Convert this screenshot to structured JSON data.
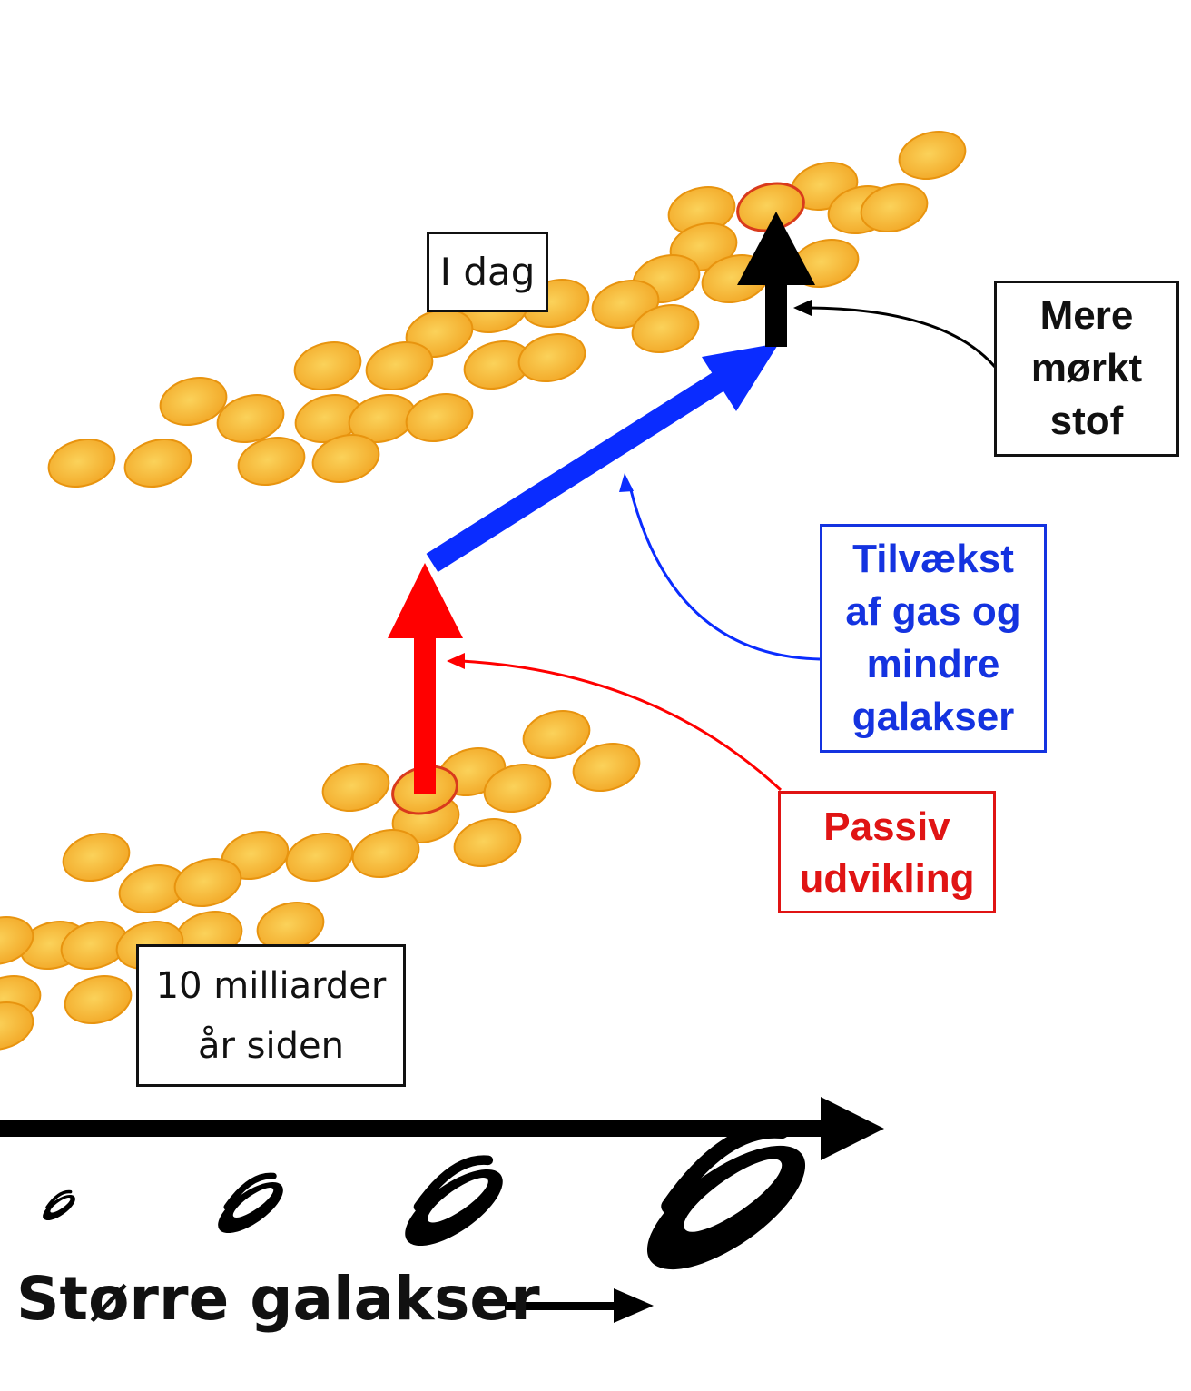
{
  "labels": {
    "today": "I dag",
    "past_line1": "10 milliarder",
    "past_line2": "år siden",
    "dark_matter": [
      "Mere",
      "mørkt",
      "stof"
    ],
    "accretion": [
      "Tilvækst",
      "af gas og",
      "mindre",
      "galakser"
    ],
    "passive": [
      "Passiv",
      "udvikling"
    ],
    "axis_title": "Større galakser"
  },
  "colors": {
    "galaxy_fill": "#f5b133",
    "galaxy_stroke": "#e8940f",
    "highlight_stroke": "#d93a1c",
    "passive": "#ff0000",
    "accretion": "#0a2cff",
    "dark_matter": "#000000"
  },
  "icons": [
    "galaxy-icon-small",
    "galaxy-icon-medium",
    "galaxy-icon-large",
    "galaxy-icon-xlarge"
  ]
}
